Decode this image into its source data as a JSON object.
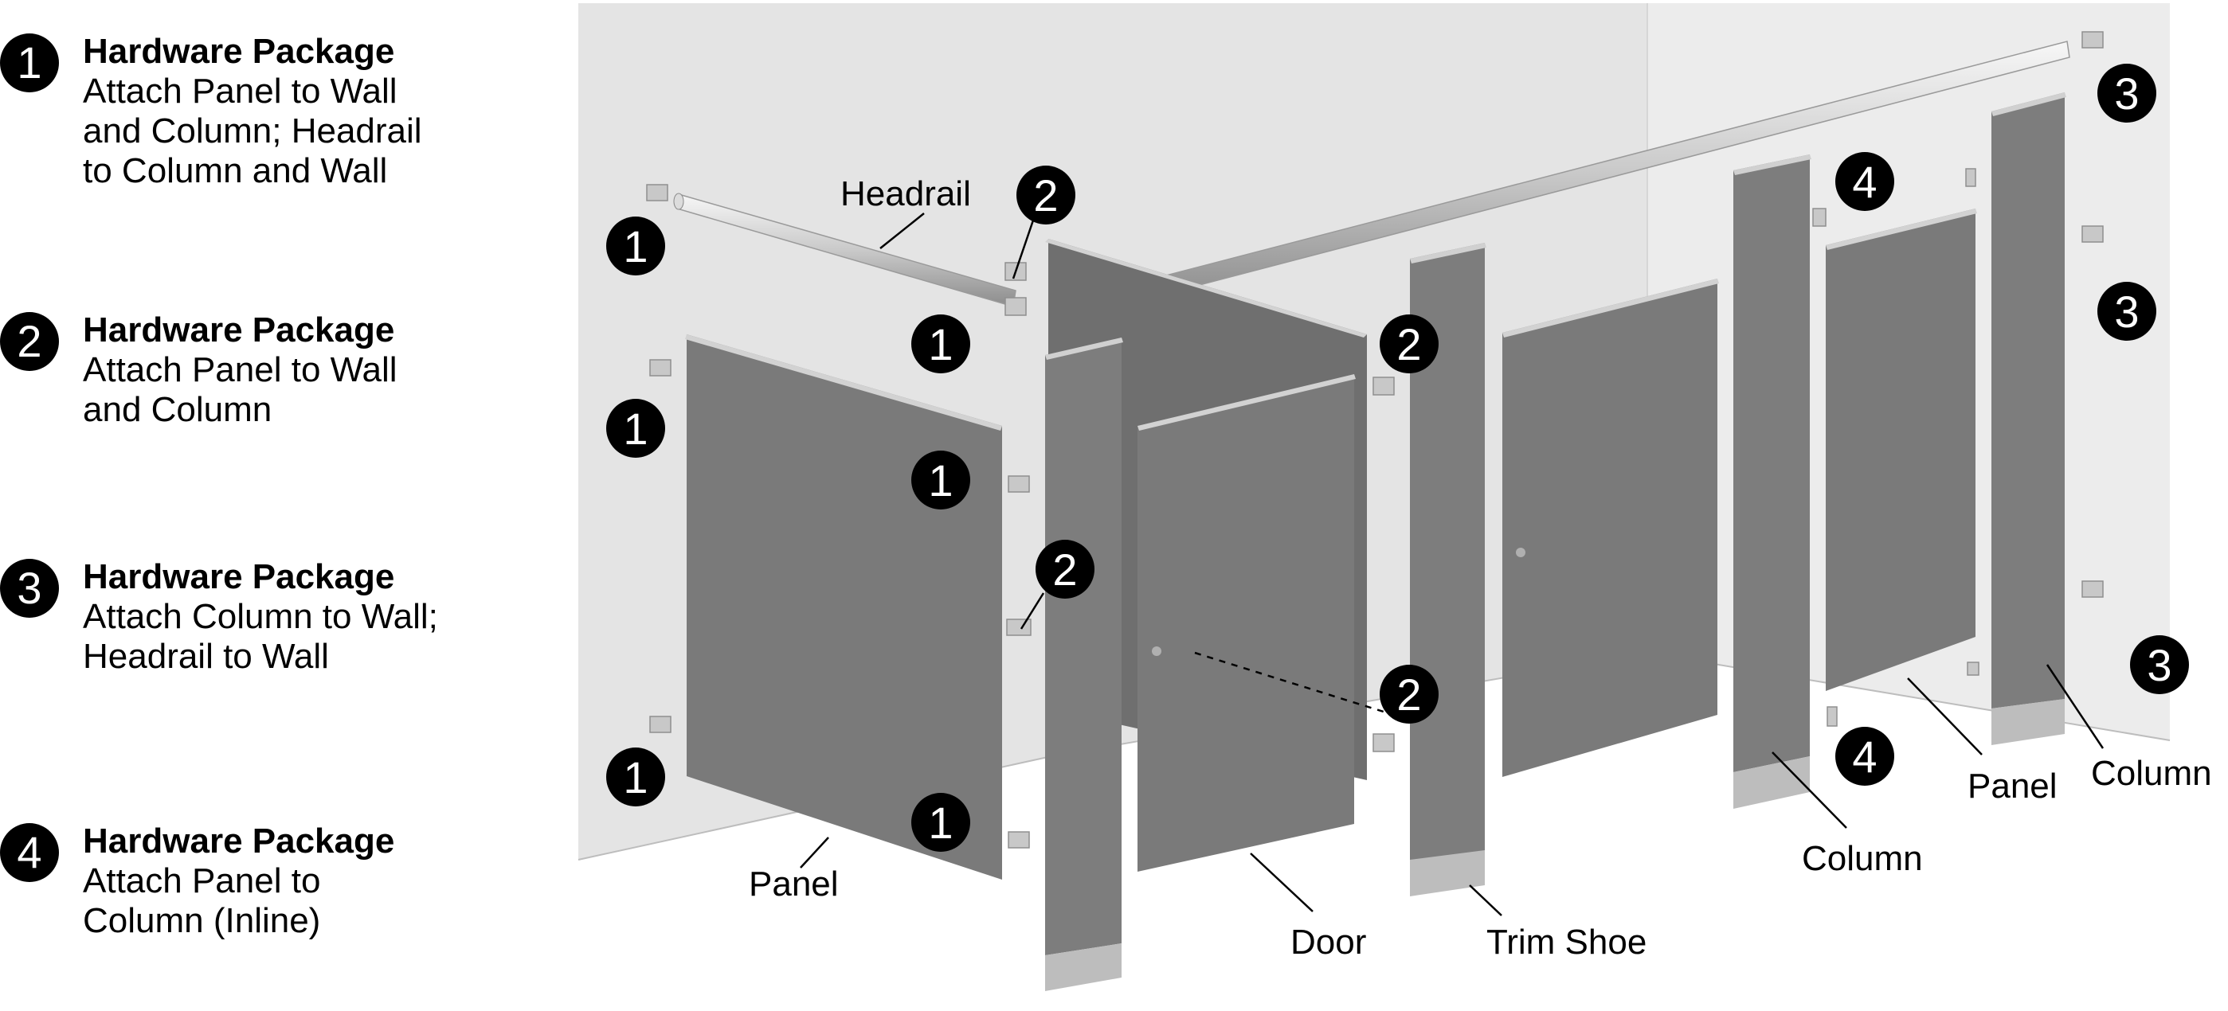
{
  "legend": [
    {
      "number": "1",
      "title": "Hardware Package",
      "lines": [
        "Attach Panel to Wall",
        "and Column; Headrail",
        "to Column and Wall"
      ]
    },
    {
      "number": "2",
      "title": "Hardware Package",
      "lines": [
        "Attach Panel to Wall",
        "and Column"
      ]
    },
    {
      "number": "3",
      "title": "Hardware Package",
      "lines": [
        "Attach Column to Wall;",
        "Headrail to Wall"
      ]
    },
    {
      "number": "4",
      "title": "Hardware Package",
      "lines": [
        "Attach Panel to",
        "Column (Inline)"
      ]
    }
  ],
  "part_labels": {
    "headrail": "Headrail",
    "panel_left": "Panel",
    "door": "Door",
    "trim_shoe": "Trim Shoe",
    "column_middle": "Column",
    "panel_right": "Panel",
    "column_right": "Column"
  },
  "badges": [
    "1",
    "1",
    "1",
    "1",
    "1",
    "1",
    "1",
    "2",
    "2",
    "2",
    "2",
    "2",
    "3",
    "3",
    "3",
    "3",
    "4",
    "4"
  ],
  "colors": {
    "wall": "#e4e4e4",
    "wall_right": "#ececec",
    "panel": "#7a7a7a",
    "panel_edge": "#d2d2d2",
    "shoe": "#bdbdbd",
    "badge": "#000000",
    "badge_text": "#ffffff"
  }
}
